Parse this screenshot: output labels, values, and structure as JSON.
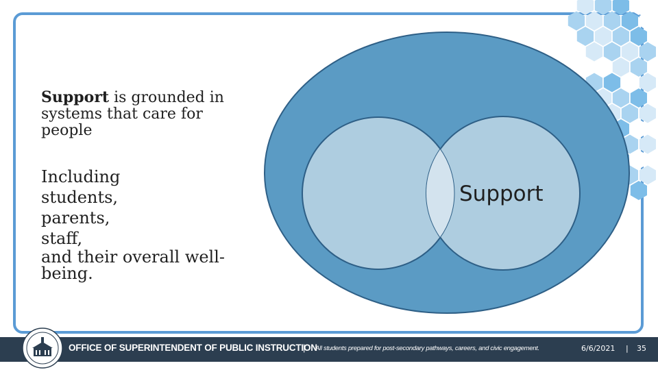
{
  "slide": {
    "intro_bold": "Support",
    "intro_rest": " is grounded in systems that care for people",
    "list_heading": "Including",
    "list_items": [
      "students,",
      "parents,",
      "staff,",
      "and their overall well-being."
    ]
  },
  "diagram": {
    "circle_label": "Support",
    "colors": {
      "outer": "#5b9bc4",
      "outer_stroke": "#2e5f86",
      "inner": "#aecde0",
      "inner_stroke": "#2e5f86",
      "overlap": "#d3e3ee"
    }
  },
  "footer": {
    "office": "OFFICE OF SUPERINTENDENT OF PUBLIC INSTRUCTION",
    "separator": "|",
    "tagline": "All students prepared for post-secondary pathways, careers, and civic engagement.",
    "date": "6/6/2021",
    "page_separator": "|",
    "page_number": "35"
  },
  "colors": {
    "frame": "#5b9bd5",
    "footer_bg": "#2c3e50",
    "hex_light": "#d6e9f7",
    "hex_mid": "#a9d3f0",
    "hex_dark": "#7dbde8"
  },
  "icons": [
    "ospi-seal-icon"
  ]
}
